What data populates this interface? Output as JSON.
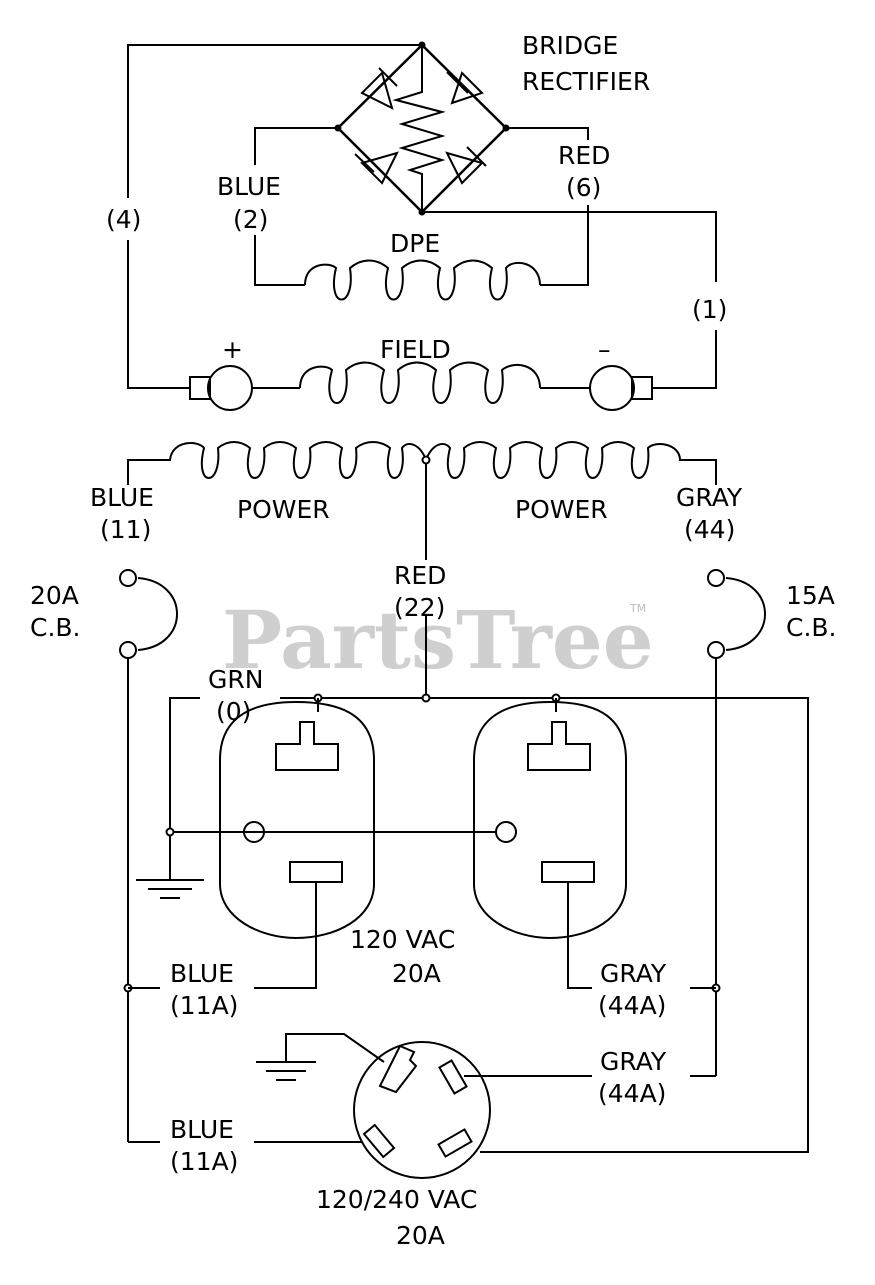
{
  "labels": {
    "bridge": "BRIDGE",
    "rectifier": "RECTIFIER",
    "w4": "(4)",
    "blue_dpe": "BLUE",
    "blue_dpe_num": "(2)",
    "red_dpe": "RED",
    "red_dpe_num": "(6)",
    "dpe": "DPE",
    "w1": "(1)",
    "plus": "+",
    "field": "FIELD",
    "minus": "–",
    "power_left": "POWER",
    "power_right": "POWER",
    "blue11": "BLUE",
    "blue11_num": "(11)",
    "gray44": "GRAY",
    "gray44_num": "(44)",
    "cb20_amp": "20A",
    "cb20_cb": "C.B.",
    "cb15_amp": "15A",
    "cb15_cb": "C.B.",
    "red22": "RED",
    "red22_num": "(22)",
    "grn": "GRN",
    "grn_num": "(0)",
    "recept120_v": "120  VAC",
    "recept120_a": "20A",
    "blue11a_1": "BLUE",
    "blue11a_1_num": "(11A)",
    "gray44a_1": "GRAY",
    "gray44a_1_num": "(44A)",
    "gray44a_2": "GRAY",
    "gray44a_2_num": "(44A)",
    "blue11a_2": "BLUE",
    "blue11a_2_num": "(11A)",
    "recept240_v": "120/240  VAC",
    "recept240_a": "20A"
  },
  "watermark": {
    "text": "PartsTree",
    "tm": "TM",
    "color": "#cfcfcf"
  }
}
